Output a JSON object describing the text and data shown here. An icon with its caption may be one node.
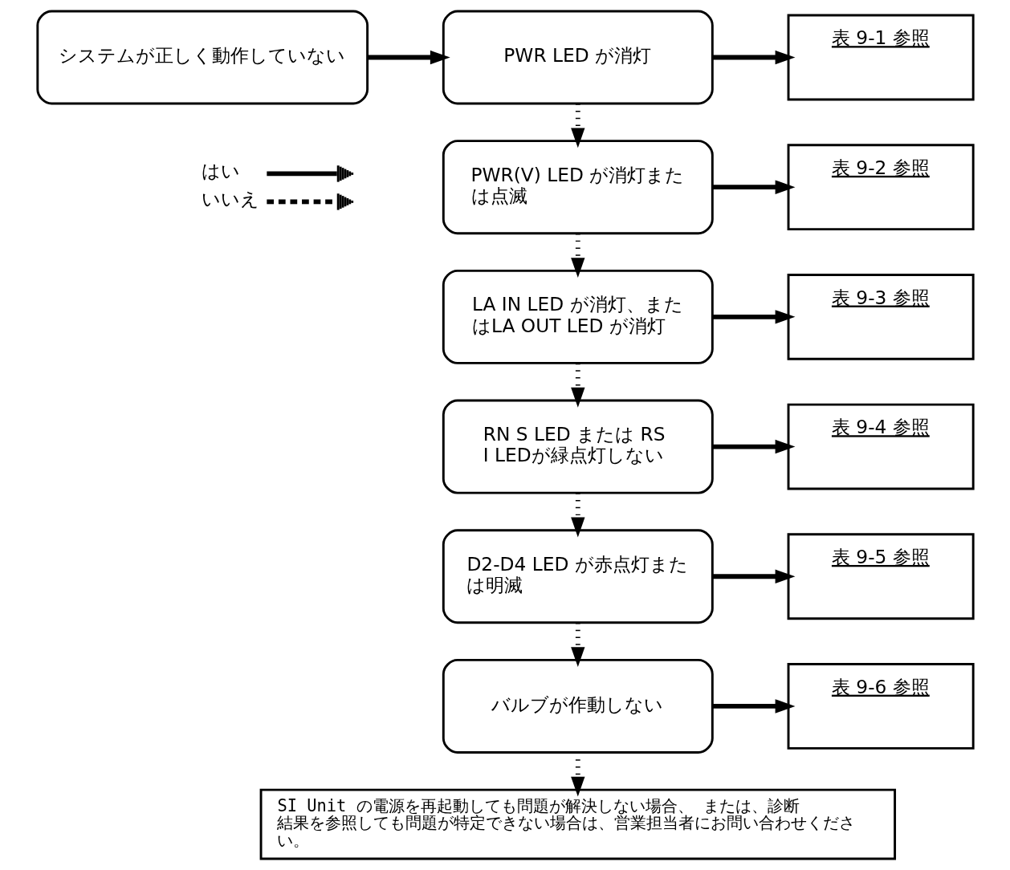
{
  "diagram": {
    "nodes": [
      {
        "text": [
          "システムが正しく動作していない"
        ]
      },
      {
        "text": [
          "PWR LED が消灯"
        ]
      },
      {
        "text": [
          "表 9-1 参照"
        ]
      },
      {
        "text": [
          "PWR(V) LED が消灯または点滅"
        ]
      },
      {
        "text": [
          "表 9-2 参照"
        ]
      },
      {
        "text": [
          "LA IN LED が消灯、またはLA OUT LED が消灯"
        ]
      },
      {
        "text": [
          "表 9-3 参照"
        ]
      },
      {
        "text": [
          "RN S LED または RS I LEDが緑点灯しない"
        ]
      },
      {
        "text": [
          "表 9-4 参照"
        ]
      },
      {
        "text": [
          "D2-D4 LED が赤点灯または明滅"
        ]
      },
      {
        "text": [
          "表 9-5 参照"
        ]
      },
      {
        "text": [
          "バルブが作動しない"
        ]
      },
      {
        "text": [
          "表 9-6 参照"
        ]
      },
      {
        "text": [
          "SI Unit の電源を再起動しても問題が解決しない場合、 または、診断結果を参照しても問題が特定できない場合は、営業担当者にお問い合わせください。"
        ]
      }
    ],
    "edges": [
      {
        "from": 0,
        "to": 1,
        "arrow": "to"
      },
      {
        "from": 1,
        "to": 2,
        "arrow": "to"
      },
      {
        "from": 1,
        "to": 3,
        "arrow": "to",
        "style": "dashed"
      },
      {
        "from": 3,
        "to": 4,
        "arrow": "to"
      },
      {
        "from": 3,
        "to": 5,
        "arrow": "to",
        "style": "dashed"
      },
      {
        "from": 5,
        "to": 6,
        "arrow": "to"
      },
      {
        "from": 5,
        "to": 7,
        "arrow": "to",
        "style": "dashed"
      },
      {
        "from": 7,
        "to": 8,
        "arrow": "to"
      },
      {
        "from": 7,
        "to": 9,
        "arrow": "to",
        "style": "dashed"
      },
      {
        "from": 9,
        "to": 10,
        "arrow": "to"
      },
      {
        "from": 9,
        "to": 11,
        "arrow": "to",
        "style": "dashed"
      },
      {
        "from": 11,
        "to": 12,
        "arrow": "to"
      },
      {
        "from": 11,
        "to": 13,
        "arrow": "to",
        "style": "dashed"
      }
    ],
    "legend": [
      {
        "text": "はい"
      },
      {
        "text": "いいえ"
      }
    ]
  }
}
